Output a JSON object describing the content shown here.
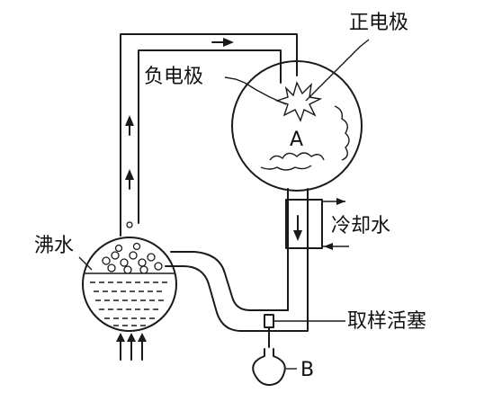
{
  "labels": {
    "positive_electrode": "正电极",
    "negative_electrode": "负电极",
    "flask_a": "A",
    "cooling_water": "冷却水",
    "boiling_water": "沸水",
    "sampling_stopcock": "取样活塞",
    "flask_b": "B"
  }
}
